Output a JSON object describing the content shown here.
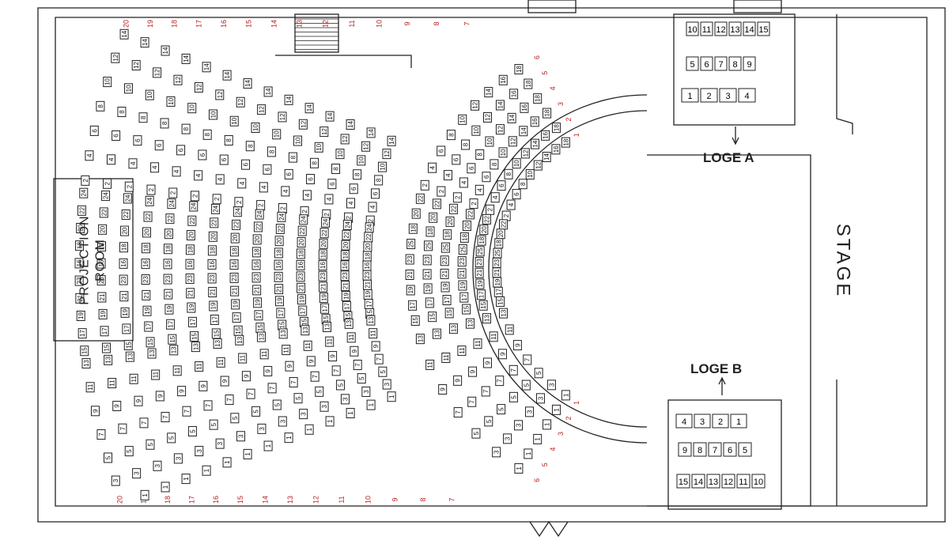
{
  "labels": {
    "projection_room_line1": "PROJECTION",
    "projection_room_line2": "ROOM",
    "stage": "STAGE",
    "loge_a": "LOGE A",
    "loge_b": "LOGE B"
  },
  "loge_a_seats": {
    "row_top": [
      "10",
      "11",
      "12",
      "13",
      "14",
      "15"
    ],
    "row_mid": [
      "5",
      "6",
      "7",
      "8",
      "9"
    ],
    "row_bot": [
      "1",
      "2",
      "3",
      "4"
    ]
  },
  "loge_b_seats": {
    "row_top": [
      "4",
      "3",
      "2",
      "1"
    ],
    "row_mid": [
      "9",
      "8",
      "7",
      "6",
      "5"
    ],
    "row_bot": [
      "15",
      "14",
      "13",
      "12",
      "11",
      "10"
    ]
  },
  "rear_section": {
    "row_numbers": [
      "20",
      "19",
      "18",
      "17",
      "16",
      "15",
      "14",
      "13",
      "12",
      "11",
      "10",
      "9",
      "8",
      "7"
    ],
    "upper_seat_sequence": [
      "14",
      "12",
      "10",
      "8",
      "6",
      "4",
      "2"
    ],
    "middle_seat_sequence": [
      "24",
      "22",
      "20",
      "18",
      "16",
      "23",
      "21",
      "19",
      "17",
      "15"
    ],
    "lower_seat_sequence": [
      "13",
      "11",
      "9",
      "7",
      "5",
      "3",
      "1"
    ]
  },
  "front_section": {
    "row_numbers": [
      "6",
      "5",
      "4",
      "3",
      "2",
      "1"
    ],
    "upper_seat_sequence": [
      "18",
      "16",
      "14",
      "12",
      "10",
      "8",
      "6",
      "4",
      "2"
    ],
    "middle_seat_sequence": [
      "22",
      "20",
      "18",
      "25",
      "23",
      "21",
      "19",
      "17",
      "15"
    ],
    "lower_seat_sequence": [
      "13",
      "11",
      "9",
      "7",
      "5",
      "3",
      "1"
    ]
  }
}
